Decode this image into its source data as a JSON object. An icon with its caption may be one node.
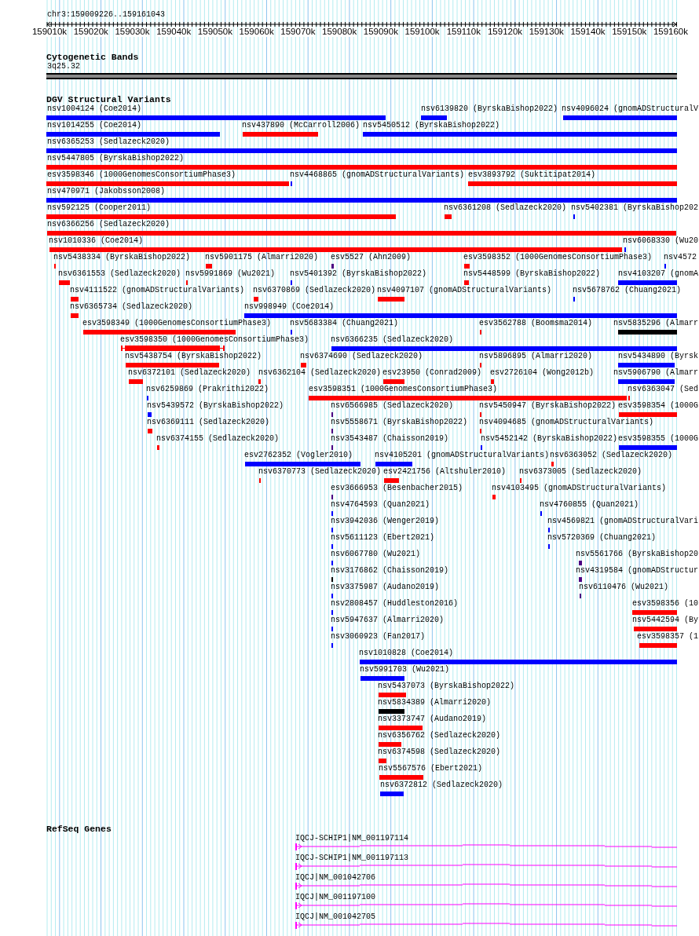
{
  "diagram": {
    "labels": [
      "chr3:159009226..159161043",
      "159010k",
      "159020k",
      "159030k",
      "159040k",
      "159050k",
      "159060k",
      "159070k",
      "159080k",
      "159090k",
      "159100k",
      "159110k",
      "159120k",
      "159130k",
      "159140k",
      "159150k",
      "159160k",
      "Cytogenetic Bands",
      "3q25.32",
      "DGV Structural Variants",
      "nsv1004124 (Coe2014)",
      "nsv6139820 (ByrskaBishop2022)",
      "nsv4096024 (gnomADStructuralV",
      "nsv1014255 (Coe2014)",
      "nsv437890 (McCarroll2006)",
      "nsv5450512 (ByrskaBishop2022)",
      "nsv6365253 (Sedlazeck2020)",
      "nsv5447805 (ByrskaBishop2022)",
      "esv3598346 (1000GenomesConsortiumPhase3)",
      "nsv4468865 (gnomADStructuralVariants)",
      "esv3893792 (Suktitipat2014)",
      "nsv470971 (Jakobsson2008)",
      "nsv592125 (Cooper2011)",
      "nsv6361208 (Sedlazeck2020)",
      "nsv5402381 (ByrskaBishop202",
      "nsv6366256 (Sedlazeck2020)",
      "nsv1010336 (Coe2014)",
      "nsv6068330 (Wu20",
      "nsv5438334 (ByrskaBishop2022)",
      "nsv5901175 (Almarri2020)",
      "esv5527 (Ahn2009)",
      "esv3598352 (1000GenomesConsortiumPhase3)",
      "nsv4572",
      "nsv6361553 (Sedlazeck2020)",
      "nsv5991869 (Wu2021)",
      "nsv5401392 (ByrskaBishop2022)",
      "nsv5448599 (ByrskaBishop2022)",
      "nsv4103207 (gnomA",
      "nsv4111522 (gnomADStructuralVariants)",
      "nsv6370869 (Sedlazeck2020)",
      "nsv4097107 (gnomADStructuralVariants)",
      "nsv5678762 (Chuang2021)",
      "nsv6365734 (Sedlazeck2020)",
      "nsv998949 (Coe2014)",
      "esv3598349 (1000GenomesConsortiumPhase3)",
      "nsv5683384 (Chuang2021)",
      "esv3562788 (Boomsma2014)",
      "nsv5835296 (Almarr",
      "esv3598350 (1000GenomesConsortiumPhase3)",
      "nsv6366235 (Sedlazeck2020)",
      "nsv5438754 (ByrskaBishop2022)",
      "nsv6374690 (Sedlazeck2020)",
      "nsv5896895 (Almarri2020)",
      "nsv5434890 (Byrsk",
      "nsv6372101 (Sedlazeck2020)",
      "nsv6362104 (Sedlazeck2020)",
      "esv23950 (Conrad2009)",
      "esv2726104 (Wong2012b)",
      "nsv5906790 (Almarr",
      "nsv6259869 (Prakrithi2022)",
      "esv3598351 (1000GenomesConsortiumPhase3)",
      "nsv6363047 (Sed",
      "nsv5439572 (ByrskaBishop2022)",
      "nsv6566985 (Sedlazeck2020)",
      "nsv5450947 (ByrskaBishop2022)",
      "esv3598354 (1000G",
      "nsv6369111 (Sedlazeck2020)",
      "nsv5558671 (ByrskaBishop2022)",
      "nsv4094685 (gnomADStructuralVariants)",
      "nsv6374155 (Sedlazeck2020)",
      "nsv3543487 (Chaisson2019)",
      "nsv5452142 (ByrskaBishop2022)",
      "esv3598355 (1000G",
      "esv2762352 (Vogler2010)",
      "nsv4105201 (gnomADStructuralVariants)",
      "nsv6363052 (Sedlazeck2020)",
      "nsv6370773 (Sedlazeck2020)",
      "esv2421756 (Altshuler2010)",
      "nsv6373005 (Sedlazeck2020)",
      "esv3666953 (Besenbacher2015)",
      "nsv4103495 (gnomADStructuralVariants)",
      "nsv4764593 (Quan2021)",
      "nsv4760855 (Quan2021)",
      "nsv3942036 (Wenger2019)",
      "nsv4569821 (gnomADStructuralVari",
      "nsv5611123 (Ebert2021)",
      "nsv5720369 (Chuang2021)",
      "nsv6067780 (Wu2021)",
      "nsv5561766 (ByrskaBishop20",
      "nsv3176862 (Chaisson2019)",
      "nsv4319584 (gnomADStructur",
      "nsv3375987 (Audano2019)",
      "nsv6110476 (Wu2021)",
      "nsv2808457 (Huddleston2016)",
      "esv3598356 (10",
      "nsv5947637 (Almarri2020)",
      "nsv5442594 (By",
      "nsv3060923 (Fan2017)",
      "esv3598357 (1",
      "nsv1010828 (Coe2014)",
      "nsv5991703 (Wu2021)",
      "nsv5437073 (ByrskaBishop2022)",
      "nsv5834389 (Almarri2020)",
      "nsv3373747 (Audano2019)",
      "nsv6356762 (Sedlazeck2020)",
      "nsv6374598 (Sedlazeck2020)",
      "nsv5567576 (Ebert2021)",
      "nsv6372812 (Sedlazeck2020)",
      "RefSeq Genes",
      "IQCJ-SCHIP1|NM_001197114",
      "IQCJ-SCHIP1|NM_001197113",
      "IQCJ|NM_001042706",
      "IQCJ|NM_001197100",
      "IQCJ|NM_001042705"
    ]
  }
}
